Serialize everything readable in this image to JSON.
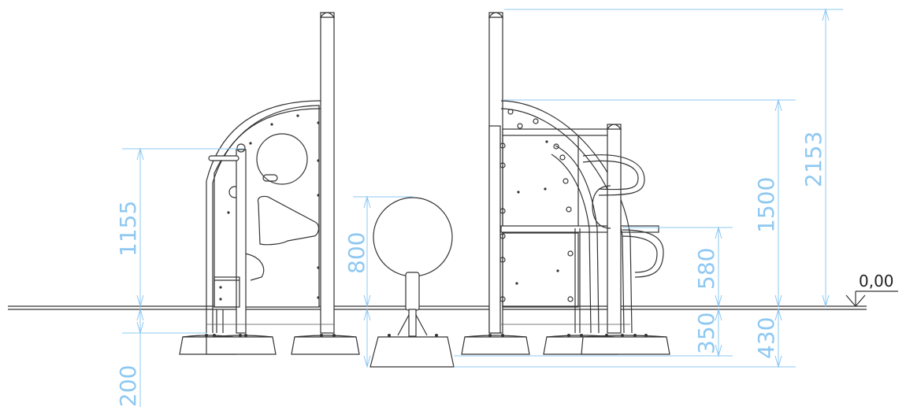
{
  "colors": {
    "line": "#333333",
    "dimension": "#8ec8f2",
    "background": "#ffffff"
  },
  "dimensions": {
    "left_height": "1155",
    "left_depth": "200",
    "ball_height": "800",
    "ball_depth": "350",
    "right_mid": "580",
    "right_upper": "1500",
    "right_total": "2153",
    "right_depth": "430"
  },
  "ground_level": "0,00"
}
